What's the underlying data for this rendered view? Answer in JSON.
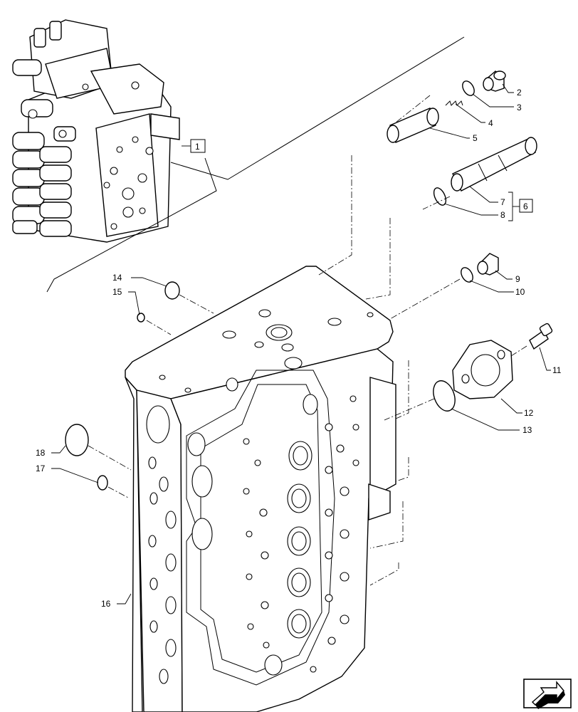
{
  "callouts": [
    {
      "id": "c1",
      "text": "1"
    },
    {
      "id": "c2",
      "text": "2"
    },
    {
      "id": "c3",
      "text": "3"
    },
    {
      "id": "c4",
      "text": "4"
    },
    {
      "id": "c5",
      "text": "5"
    },
    {
      "id": "c6",
      "text": "6"
    },
    {
      "id": "c7",
      "text": "7"
    },
    {
      "id": "c8",
      "text": "8"
    },
    {
      "id": "c9",
      "text": "9"
    },
    {
      "id": "c10",
      "text": "10"
    },
    {
      "id": "c11",
      "text": "11"
    },
    {
      "id": "c12",
      "text": "12"
    },
    {
      "id": "c13",
      "text": "13"
    },
    {
      "id": "c14",
      "text": "14"
    },
    {
      "id": "c15",
      "text": "15"
    },
    {
      "id": "c16",
      "text": "16"
    },
    {
      "id": "c17",
      "text": "17"
    },
    {
      "id": "c18",
      "text": "18"
    }
  ],
  "icons": {
    "nav": "arrow-navigation-icon"
  }
}
